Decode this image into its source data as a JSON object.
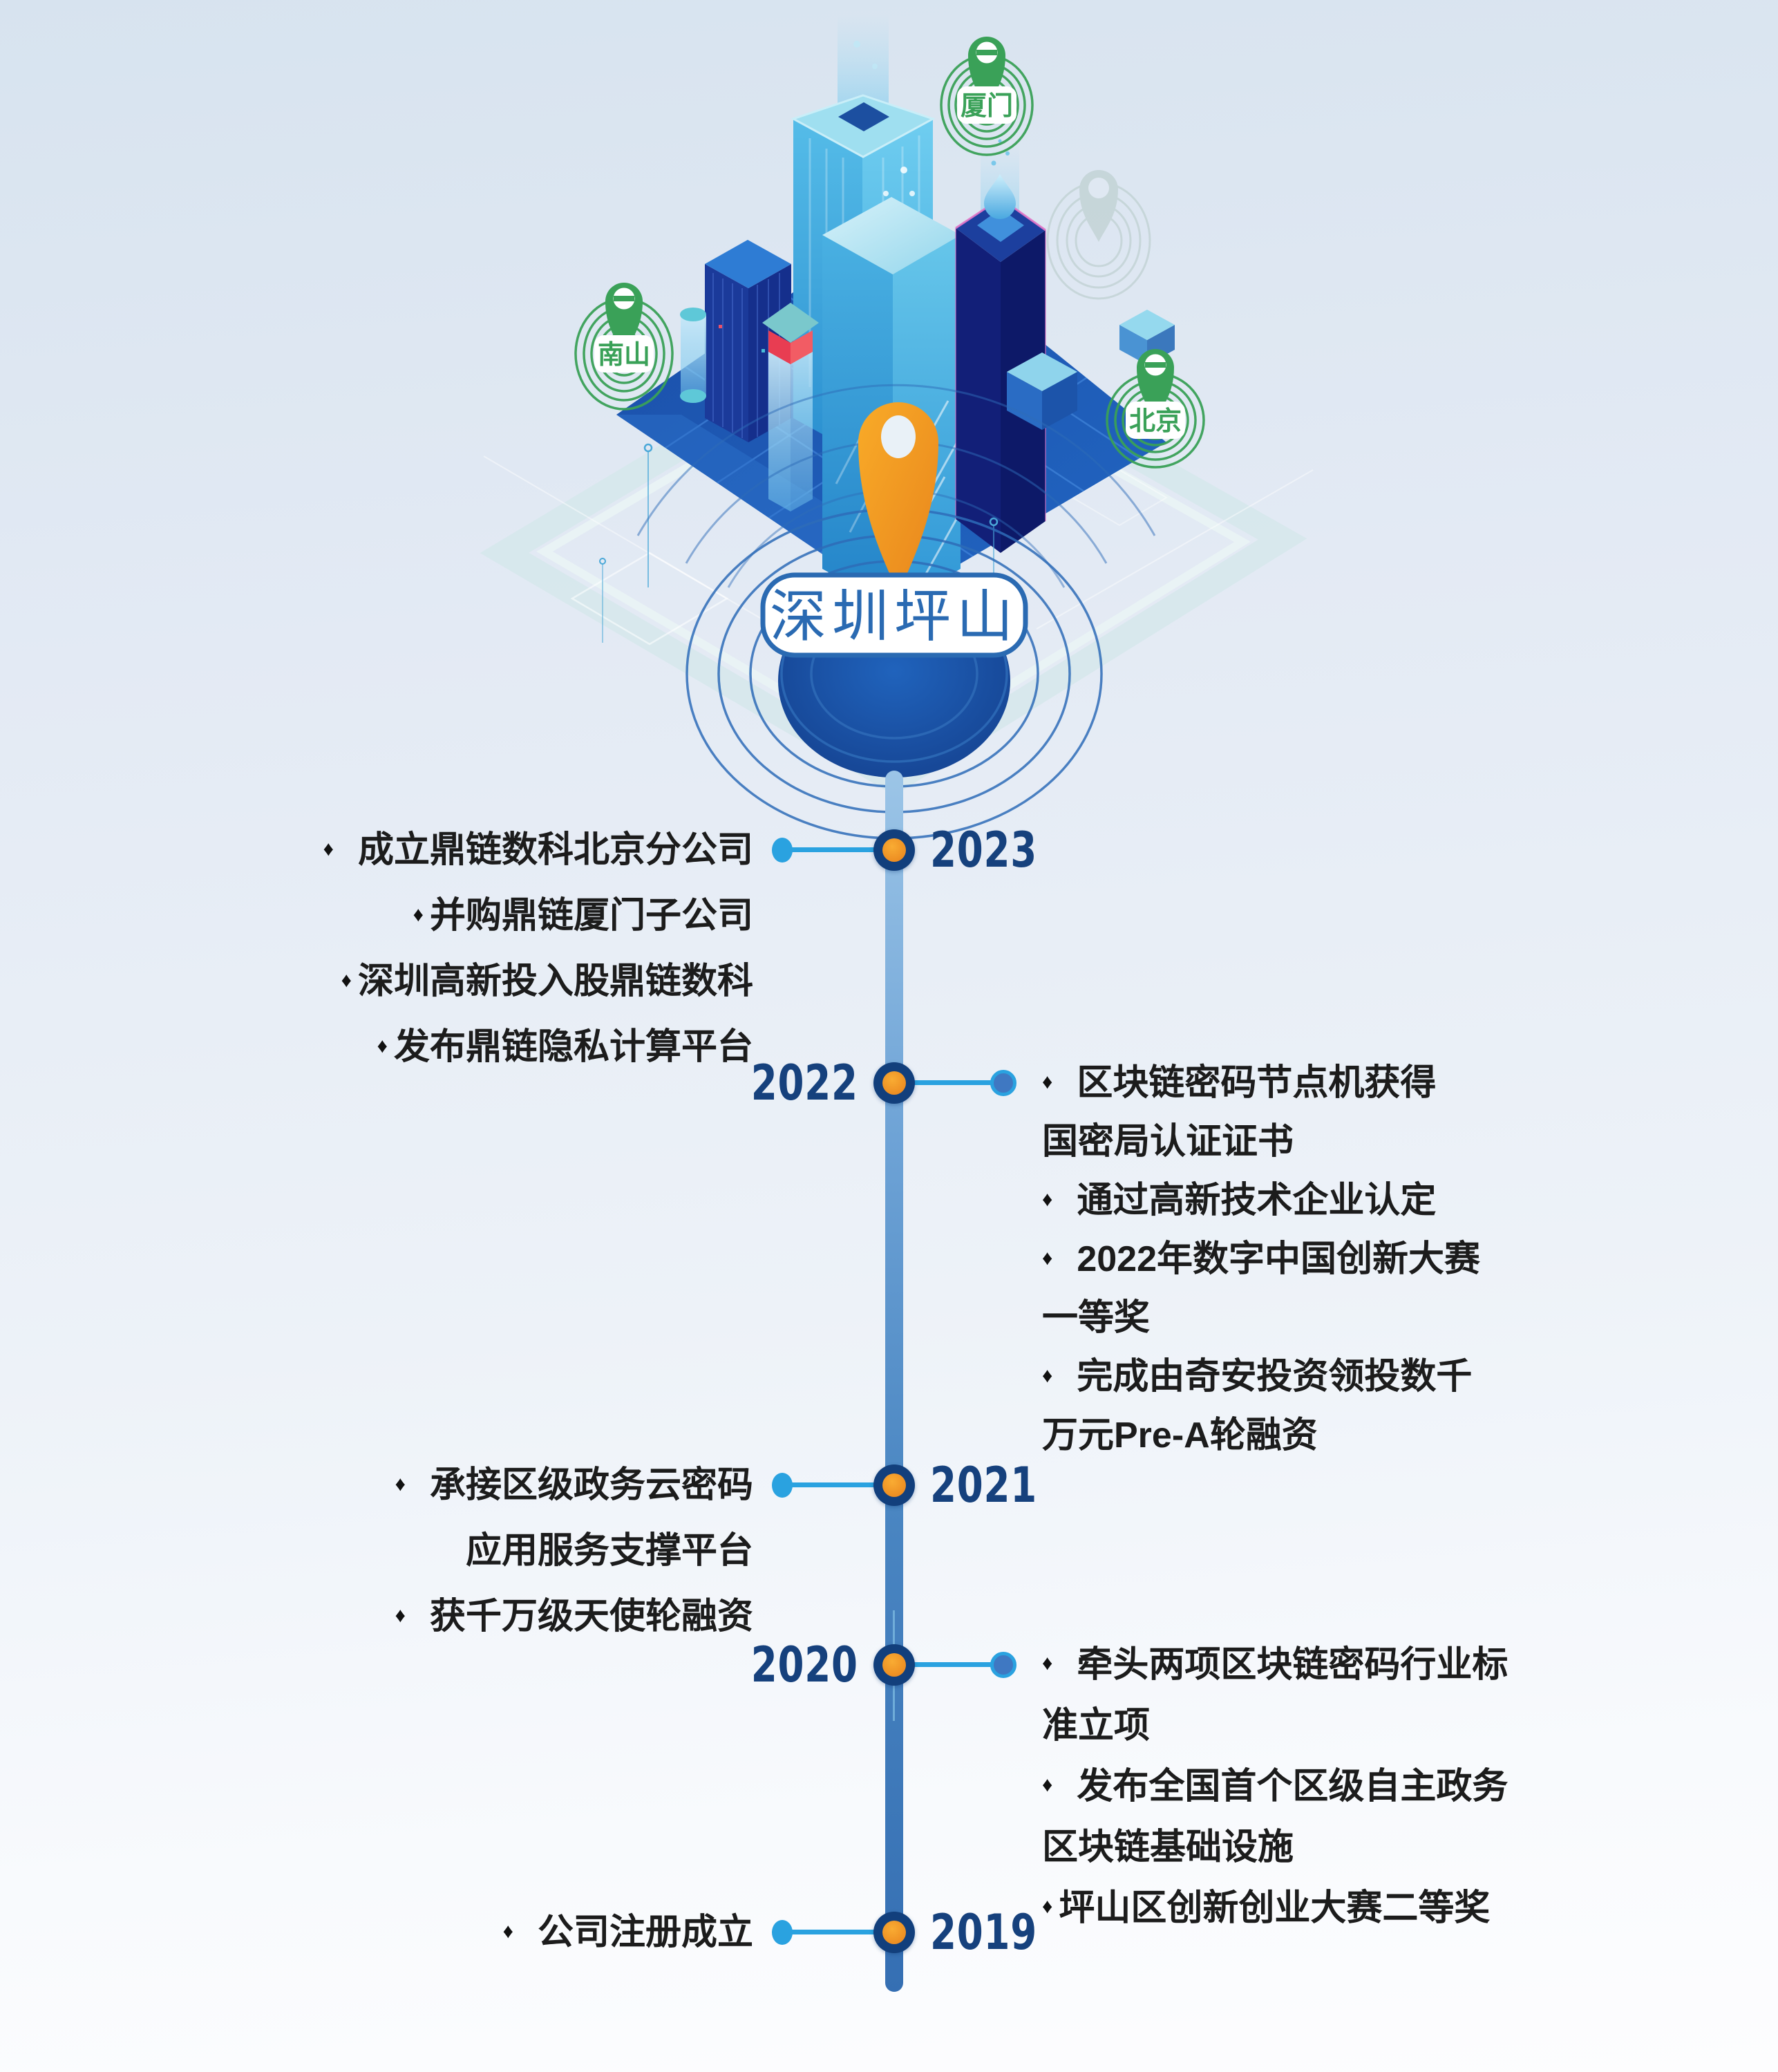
{
  "hero": {
    "center_label": "深圳坪山",
    "city_pins": [
      {
        "label": "南山"
      },
      {
        "label": "厦门"
      },
      {
        "label": "北京"
      }
    ]
  },
  "timeline": {
    "entries": [
      {
        "year": "2023",
        "side": "left",
        "lines": [
          "♦ 成立鼎链数科北京分公司",
          "♦并购鼎链厦门子公司",
          "♦深圳高新投入股鼎链数科",
          "♦发布鼎链隐私计算平台"
        ]
      },
      {
        "year": "2022",
        "side": "right",
        "lines": [
          "♦ 区块链密码节点机获得",
          "国密局认证证书",
          "♦ 通过高新技术企业认定",
          "♦ 2022年数字中国创新大赛",
          "一等奖",
          "♦ 完成由奇安投资领投数千",
          "万元Pre-A轮融资"
        ]
      },
      {
        "year": "2021",
        "side": "left",
        "lines": [
          "♦ 承接区级政务云密码",
          "应用服务支撑平台",
          "♦ 获千万级天使轮融资"
        ]
      },
      {
        "year": "2020",
        "side": "right",
        "lines": [
          "♦ 牵头两项区块链密码行业标",
          "准立项",
          "♦ 发布全国首个区级自主政务",
          "区块链基础设施",
          "♦坪山区创新创业大赛二等奖"
        ]
      },
      {
        "year": "2019",
        "side": "left",
        "lines": [
          "♦ 公司注册成立"
        ]
      }
    ]
  },
  "colors": {
    "background_top": "#d7e3ef",
    "background_bottom": "#fdfdfe",
    "timeline_top": "#9cc5e7",
    "timeline_bottom": "#356fb3",
    "node_ring": "#123f7c",
    "node_core": "#ee8722",
    "connector": "#2aa2e0",
    "right_dot_fill": "#3f78c2",
    "year_text": "#16417d",
    "body_text": "#1c1c1c",
    "label_blue": "#2a6ab2",
    "pin_green": "#3aa158",
    "pin_orange": "#f49c1f",
    "platform_blue": "#1d55b0"
  }
}
